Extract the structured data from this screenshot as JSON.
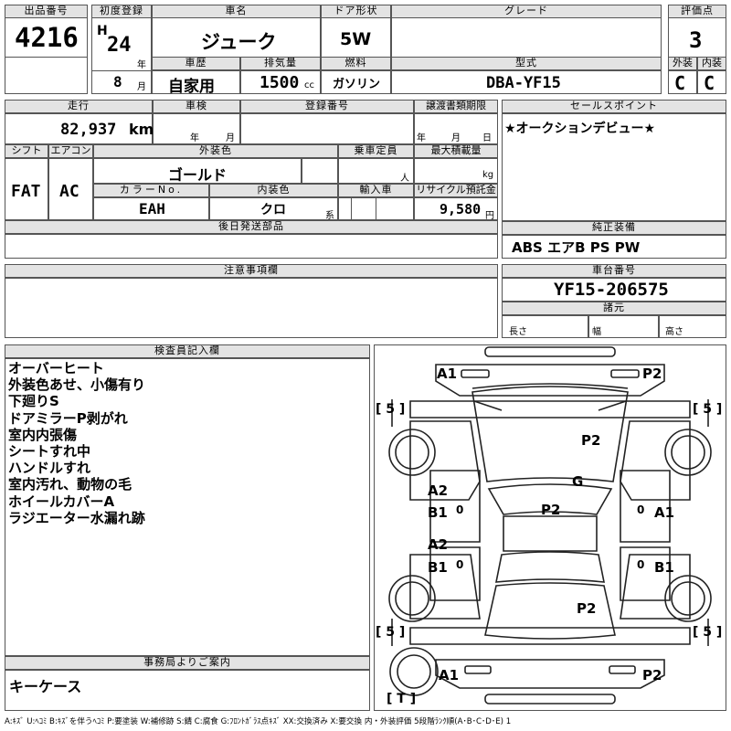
{
  "headers": {
    "lot_number": "出品番号",
    "first_reg": "初度登録",
    "car_name": "車名",
    "door_type": "ドア形状",
    "grade": "グレード",
    "score": "評価点",
    "exterior": "外装",
    "interior": "内装",
    "history": "車歴",
    "displacement": "排気量",
    "fuel": "燃料",
    "model_type": "型式",
    "mileage": "走行",
    "inspection": "車検",
    "reg_number": "登録番号",
    "transfer_deadline": "譲渡書類期限",
    "sales_point": "セールスポイント",
    "shift": "シフト",
    "aircon": "エアコン",
    "ext_color": "外装色",
    "capacity": "乗車定員",
    "max_load": "最大積載量",
    "color_no": "カラーNo.",
    "int_color": "内装色",
    "import": "輸入車",
    "recycle_fee": "リサイクル預託金",
    "later_parts": "後日発送部品",
    "genuine_equipment": "純正装備",
    "caution": "注意事項欄",
    "chassis_number": "車台番号",
    "specs": "諸元",
    "inspector_notes": "検査員記入欄",
    "office_notice": "事務局よりご案内"
  },
  "lot_number": "4216",
  "era": "H",
  "year": "24",
  "year_unit": "年",
  "month": "8",
  "month_unit": "月",
  "car_name": "ジューク",
  "door_type": "5W",
  "grade": "",
  "score": "3",
  "exterior_grade": "C",
  "interior_grade": "C",
  "history": "自家用",
  "displacement": "1500",
  "displacement_unit": "cc",
  "fuel": "ガソリン",
  "model_type": "DBA-YF15",
  "mileage": "82,937",
  "mileage_unit": "km",
  "inspection_year_unit": "年",
  "inspection_month_unit": "月",
  "transfer_year_unit": "年",
  "transfer_month_unit": "月",
  "transfer_day_unit": "日",
  "sales_point": "★オークションデビュー★",
  "shift": "FAT",
  "aircon": "AC",
  "ext_color": "ゴールド",
  "capacity_unit": "人",
  "max_load_unit": "kg",
  "color_no": "EAH",
  "int_color": "クロ",
  "int_color_suffix": "系",
  "recycle_fee": "9,580",
  "recycle_fee_unit": "円",
  "genuine_equipment": "ABS エアB PS PW",
  "chassis_number": "YF15-206575",
  "spec_labels": {
    "length": "長さ",
    "width": "幅",
    "height": "高さ"
  },
  "remarks": [
    "オーバーヒート",
    "外装色あせ、小傷有り",
    "下廻りS",
    "ドアミラーP剥がれ",
    "室内内張傷",
    "シートすれ中",
    "ハンドルすれ",
    "室内汚れ、動物の毛",
    "ホイールカバーA",
    "ラジエーター水漏れ跡"
  ],
  "office_notice": "キーケース",
  "diagram": {
    "A1_tl": "A1",
    "P2_tr": "P2",
    "P2_hood": "P2",
    "G": "G",
    "A2_fl": "A2",
    "B1_fl": "B1",
    "O_fl": "0",
    "P2_roof": "P2",
    "O_fr": "0",
    "A1_fr": "A1",
    "A2_rl": "A2",
    "B1_rl": "B1",
    "O_rl": "0",
    "O_rr": "0",
    "B1_rr": "B1",
    "P2_trunk": "P2",
    "A1_bl": "A1",
    "P2_br": "P2",
    "tyre_fl": "[ 5 ]",
    "tyre_fr": "[ 5 ]",
    "tyre_rl": "[ 5 ]",
    "tyre_rr": "[ 5 ]",
    "spare": "[ T ]"
  },
  "legend": "A:ｷｽﾞ U:ﾍｺﾐ B:ｷｽﾞを伴うﾍｺﾐ P:要塗装 W:補修跡 S:錆 C:腐食 G:ﾌﾛﾝﾄｶﾞﾗｽ点ｷｽﾞ XX:交換済み X:要交換 内・外装評価 5段階ﾗﾝｸ順(A･B･C･D･E) 1"
}
